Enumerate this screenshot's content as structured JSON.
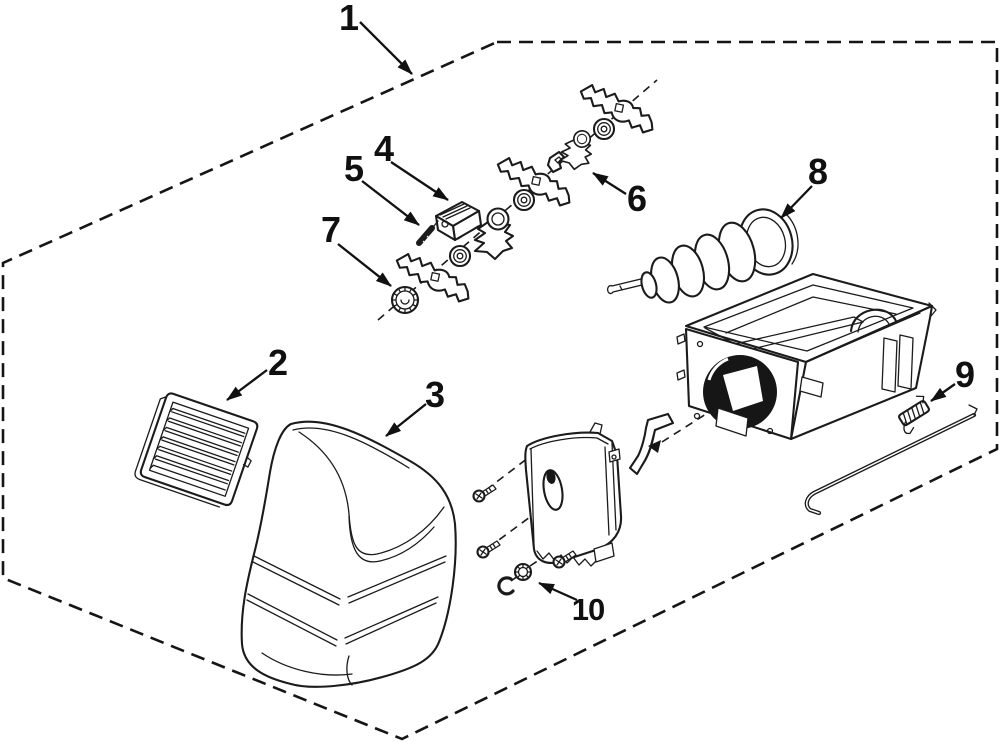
{
  "diagram": {
    "type": "exploded-parts-diagram",
    "background": "#ffffff",
    "ink": "#1b1b1b",
    "callouts": [
      {
        "label": "1"
      },
      {
        "label": "2"
      },
      {
        "label": "3"
      },
      {
        "label": "4"
      },
      {
        "label": "5"
      },
      {
        "label": "6"
      },
      {
        "label": "7"
      },
      {
        "label": "8"
      },
      {
        "label": "9"
      },
      {
        "label": "10"
      }
    ]
  }
}
